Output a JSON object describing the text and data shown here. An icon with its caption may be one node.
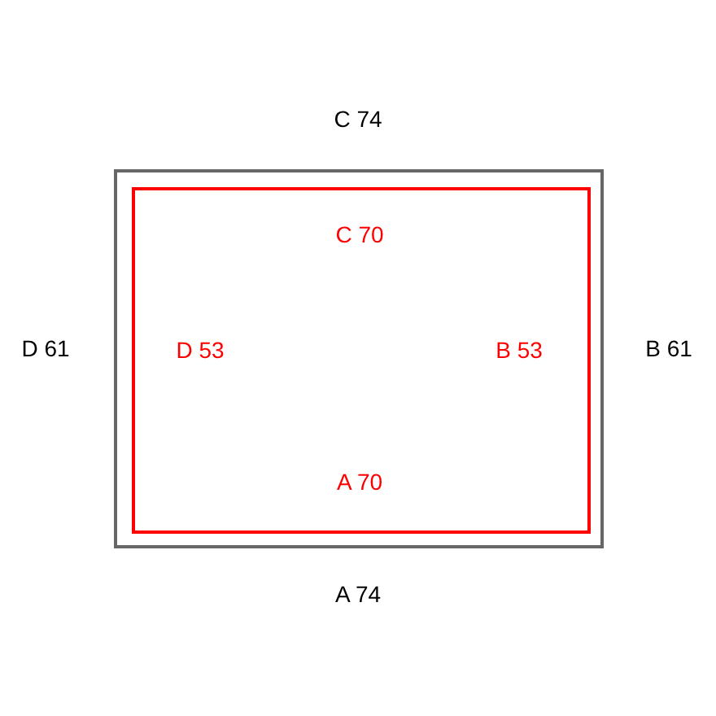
{
  "diagram": {
    "nodes": [
      {
        "text": [
          "C 74",
          "D 61",
          "B 61",
          "A 74"
        ]
      },
      {
        "text": [
          "C 70",
          "D 53",
          "B 53",
          "A 70"
        ],
        "in": 0
      }
    ]
  }
}
